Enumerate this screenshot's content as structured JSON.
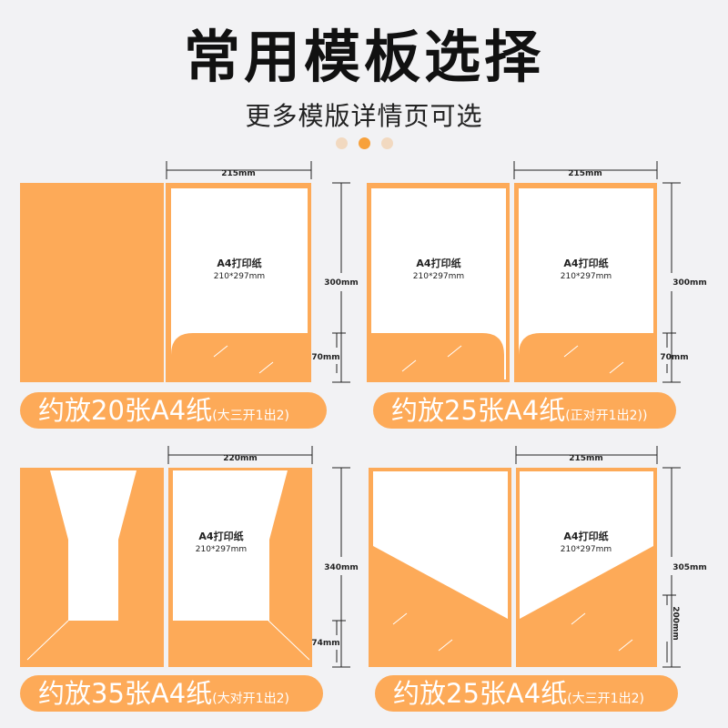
{
  "title": "常用模板选择",
  "subtitle": "更多模版详情页可选",
  "colors": {
    "accent": "#fdaa58",
    "background": "#f2f2f4",
    "dot_active": "#f7a13c",
    "dot_inactive": "#f2d9c0"
  },
  "carousel": {
    "dots": 3,
    "active": 1
  },
  "paper": {
    "name": "A4打印纸",
    "size": "210*297mm"
  },
  "templates": [
    {
      "width": "215mm",
      "height": "300mm",
      "pocket": "70mm",
      "label": "约放20张A4纸",
      "note": "(大三开1出2)"
    },
    {
      "width": "215mm",
      "height": "300mm",
      "pocket": "70mm",
      "label": "约放25张A4纸",
      "note": "(正对开1出2))"
    },
    {
      "width": "220mm",
      "height": "340mm",
      "pocket": "74mm",
      "label": "约放35张A4纸",
      "note": "(大对开1出2)"
    },
    {
      "width": "215mm",
      "height": "305mm",
      "pocket": "200mm",
      "label": "约放25张A4纸",
      "note": "(大三开1出2)"
    }
  ]
}
